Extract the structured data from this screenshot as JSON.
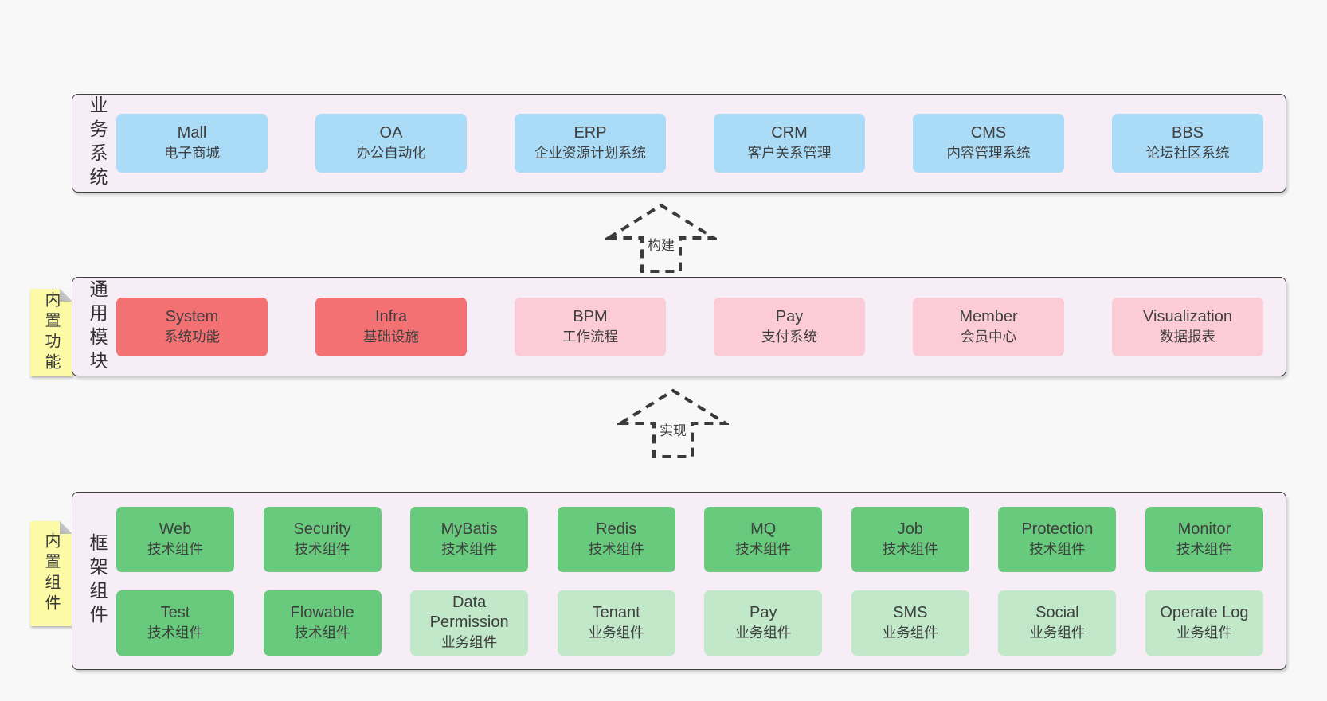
{
  "palette": {
    "page_bg": "#f8f8f8",
    "container_bg": "#f7edf6",
    "container_border": "#3f3f3f",
    "blue": "#aadcf8",
    "red": "#f37173",
    "pink": "#fbccd5",
    "green": "#68ca7c",
    "light_green": "#c0e8c9",
    "sticky_yellow": "#fcfaa5",
    "sticky_fold": "#c9c9c9",
    "text": "#3d3d3d"
  },
  "arrows": [
    {
      "label": "构建"
    },
    {
      "label": "实现"
    }
  ],
  "sections": [
    {
      "key": "business-systems",
      "vertical_label": "业务系统",
      "sticky_label": null,
      "rows": [
        [
          {
            "name": "Mall",
            "desc": "电子商城",
            "color": "blue"
          },
          {
            "name": "OA",
            "desc": "办公自动化",
            "color": "blue"
          },
          {
            "name": "ERP",
            "desc": "企业资源计划系统",
            "color": "blue"
          },
          {
            "name": "CRM",
            "desc": "客户关系管理",
            "color": "blue"
          },
          {
            "name": "CMS",
            "desc": "内容管理系统",
            "color": "blue"
          },
          {
            "name": "BBS",
            "desc": "论坛社区系统",
            "color": "blue"
          }
        ]
      ]
    },
    {
      "key": "common-modules",
      "vertical_label": "通用模块",
      "sticky_label": "内置功能",
      "rows": [
        [
          {
            "name": "System",
            "desc": "系统功能",
            "color": "red"
          },
          {
            "name": "Infra",
            "desc": "基础设施",
            "color": "red"
          },
          {
            "name": "BPM",
            "desc": "工作流程",
            "color": "pink"
          },
          {
            "name": "Pay",
            "desc": "支付系统",
            "color": "pink"
          },
          {
            "name": "Member",
            "desc": "会员中心",
            "color": "pink"
          },
          {
            "name": "Visualization",
            "desc": "数据报表",
            "color": "pink"
          }
        ]
      ]
    },
    {
      "key": "framework-components",
      "vertical_label": "框架组件",
      "sticky_label": "内置组件",
      "rows": [
        [
          {
            "name": "Web",
            "desc": "技术组件",
            "color": "green"
          },
          {
            "name": "Security",
            "desc": "技术组件",
            "color": "green"
          },
          {
            "name": "MyBatis",
            "desc": "技术组件",
            "color": "green"
          },
          {
            "name": "Redis",
            "desc": "技术组件",
            "color": "green"
          },
          {
            "name": "MQ",
            "desc": "技术组件",
            "color": "green"
          },
          {
            "name": "Job",
            "desc": "技术组件",
            "color": "green"
          },
          {
            "name": "Protection",
            "desc": "技术组件",
            "color": "green"
          },
          {
            "name": "Monitor",
            "desc": "技术组件",
            "color": "green"
          }
        ],
        [
          {
            "name": "Test",
            "desc": "技术组件",
            "color": "green"
          },
          {
            "name": "Flowable",
            "desc": "技术组件",
            "color": "green"
          },
          {
            "name": "Data Permission",
            "desc": "业务组件",
            "color": "light_green"
          },
          {
            "name": "Tenant",
            "desc": "业务组件",
            "color": "light_green"
          },
          {
            "name": "Pay",
            "desc": "业务组件",
            "color": "light_green"
          },
          {
            "name": "SMS",
            "desc": "业务组件",
            "color": "light_green"
          },
          {
            "name": "Social",
            "desc": "业务组件",
            "color": "light_green"
          },
          {
            "name": "Operate Log",
            "desc": "业务组件",
            "color": "light_green"
          }
        ]
      ]
    }
  ]
}
